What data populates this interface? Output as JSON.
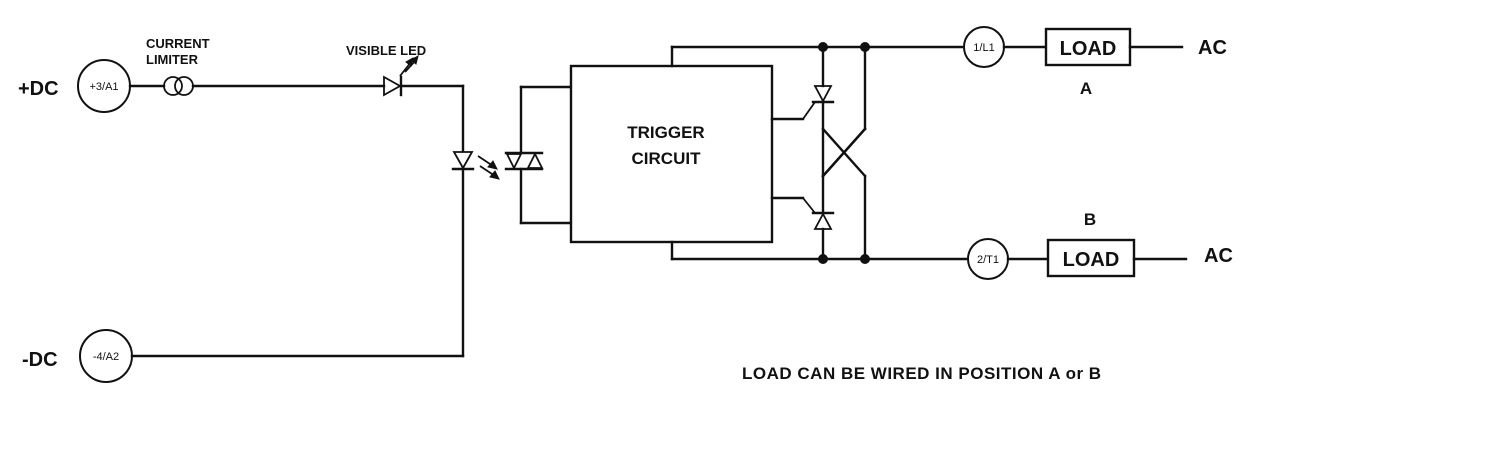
{
  "labels": {
    "pos_dc": "+DC",
    "neg_dc": "-DC",
    "term_pos": "+3/A1",
    "term_neg": "-4/A2",
    "term_l1": "1/L1",
    "term_t1": "2/T1",
    "current_limiter_line1": "CURRENT",
    "current_limiter_line2": "LIMITER",
    "visible_led": "VISIBLE LED",
    "trigger_line1": "TRIGGER",
    "trigger_line2": "CIRCUIT",
    "load_a_box": "LOAD",
    "load_a_tag": "A",
    "load_b_box": "LOAD",
    "load_b_tag": "B",
    "ac_top": "AC",
    "ac_bottom": "AC",
    "note": "LOAD CAN BE WIRED IN POSITION A or B"
  },
  "colors": {
    "ink": "#111111",
    "background": "#ffffff"
  }
}
